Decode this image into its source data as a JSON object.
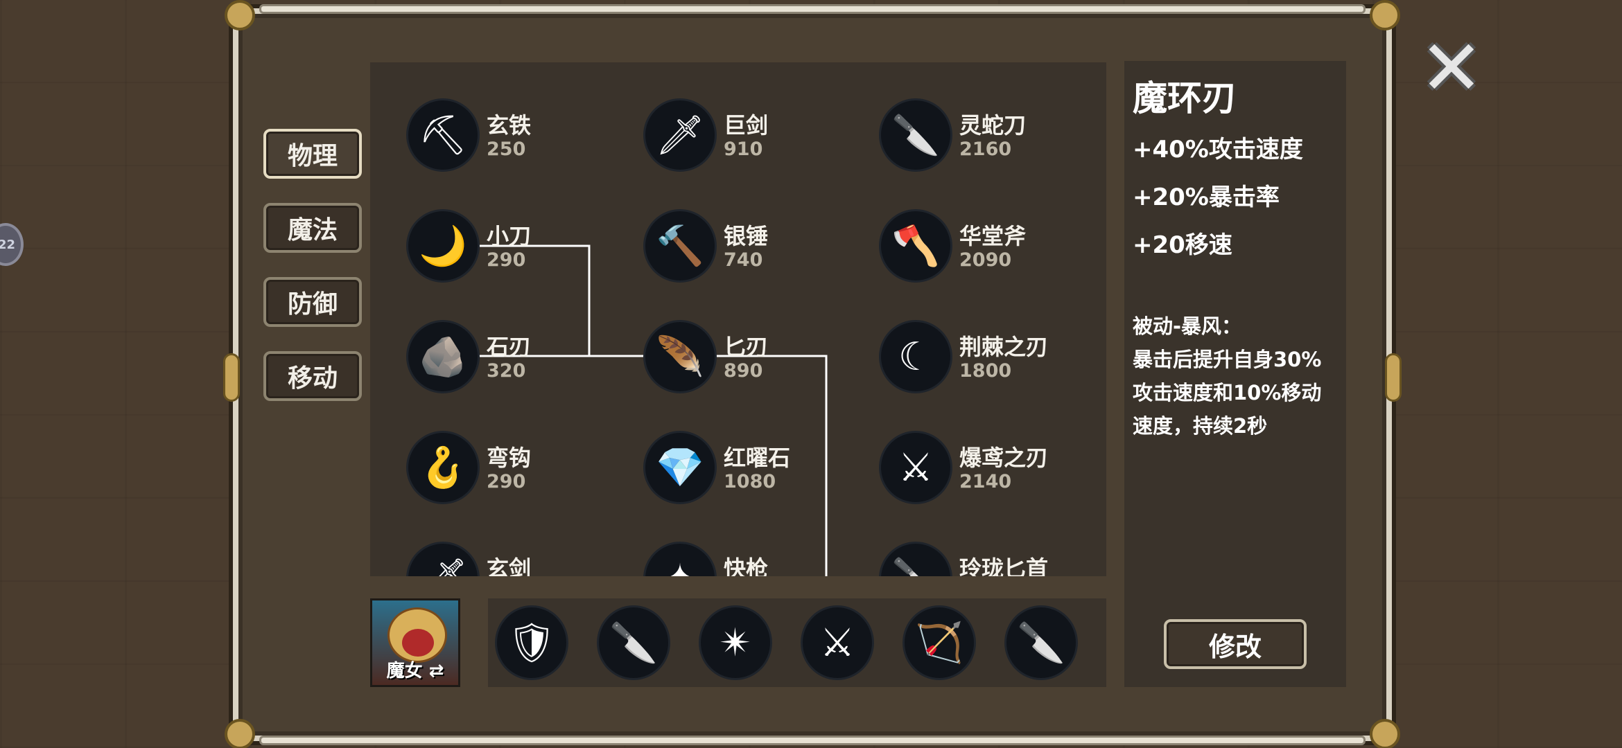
{
  "side_badge": "22",
  "close_icon": "✕",
  "tabs": [
    {
      "label": "物理",
      "active": true
    },
    {
      "label": "魔法",
      "active": false
    },
    {
      "label": "防御",
      "active": false
    },
    {
      "label": "移动",
      "active": false
    }
  ],
  "items": [
    {
      "name": "玄铁",
      "price": "250",
      "icon": "⛏"
    },
    {
      "name": "巨剑",
      "price": "910",
      "icon": "🗡"
    },
    {
      "name": "灵蛇刀",
      "price": "2160",
      "icon": "🔪"
    },
    {
      "name": "小刀",
      "price": "290",
      "icon": "🌙"
    },
    {
      "name": "银锤",
      "price": "740",
      "icon": "🔨"
    },
    {
      "name": "华堂斧",
      "price": "2090",
      "icon": "🪓"
    },
    {
      "name": "石刃",
      "price": "320",
      "icon": "🪨"
    },
    {
      "name": "匕刃",
      "price": "890",
      "icon": "🪶"
    },
    {
      "name": "荆棘之刃",
      "price": "1800",
      "icon": "☾"
    },
    {
      "name": "弯钩",
      "price": "290",
      "icon": "🪝"
    },
    {
      "name": "红曜石",
      "price": "1080",
      "icon": "💎"
    },
    {
      "name": "爆鸢之刃",
      "price": "2140",
      "icon": "⚔"
    },
    {
      "name": "玄剑",
      "price": "",
      "icon": "🗡"
    },
    {
      "name": "快枪",
      "price": "",
      "icon": "✦"
    },
    {
      "name": "玲珑匕首",
      "price": "",
      "icon": "🔪"
    }
  ],
  "details": {
    "title": "魔环刃",
    "stats": [
      "+40%攻击速度",
      "+20%暴击率",
      "+20移速"
    ],
    "passive": [
      "被动-暴风：",
      "暴击后提升自身30%",
      "攻击速度和10%移动",
      "速度，持续2秒"
    ],
    "modify_label": "修改"
  },
  "hero": {
    "label": "魔女 ⇄"
  },
  "equipped": [
    {
      "icon": "🛡"
    },
    {
      "icon": "🔪"
    },
    {
      "icon": "✴"
    },
    {
      "icon": "⚔"
    },
    {
      "icon": "🏹"
    },
    {
      "icon": "🔪"
    }
  ]
}
